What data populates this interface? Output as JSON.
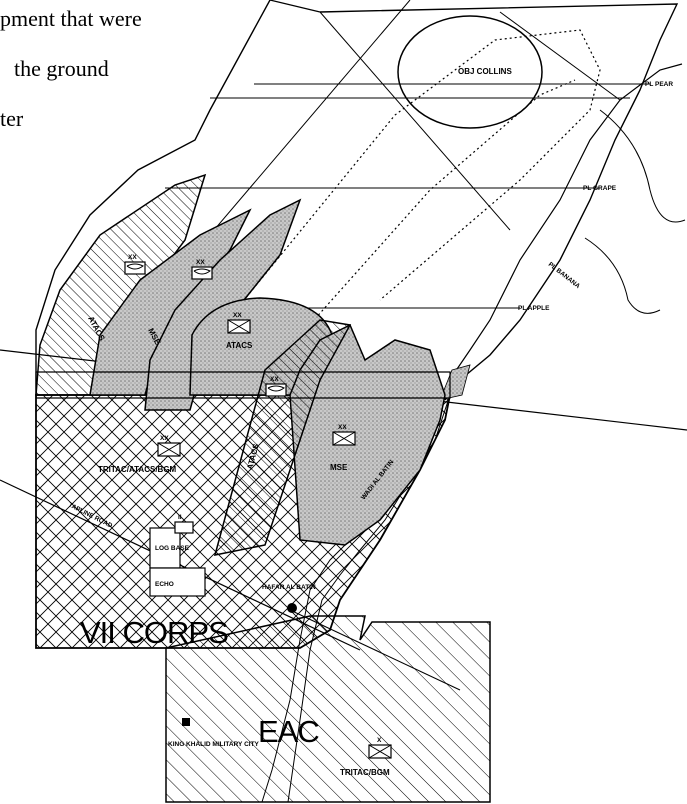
{
  "text_lines": [
    "pment that were",
    "the ground",
    "ter"
  ],
  "map": {
    "objective": "OBJ COLLINS",
    "phase_lines": [
      "PL PEAR",
      "PL GRAPE",
      "PL BANANA",
      "PL APPLE"
    ],
    "units": {
      "corps": "VII CORPS",
      "eac": "EAC",
      "atacs": "ATACS",
      "mse_north": "MSE",
      "atacs_center": "ATACS",
      "tritac_atacs_bgm": "TRITAC/ATACS/BGM",
      "log_base": "LOG BASE",
      "echo": "ECHO",
      "tritac_bgm": "TRITAC/BGM",
      "mse_east": "MSE",
      "wadi": "WADI AL BATIN",
      "tapline": "TAPLINE ROAD",
      "hafar": "HAFAR AL BATIN",
      "kkmc": "KING KHALID MILITARY CITY"
    },
    "unit_numbers": {
      "u1": "XX",
      "u2": "XX",
      "u3": "XX",
      "u4": "XX",
      "u5": "XX",
      "u6": "XX",
      "u7": "X",
      "u8": "II"
    },
    "colors": {
      "ink": "#000000",
      "stipple": "#a8a8a8",
      "paper": "#ffffff"
    }
  }
}
